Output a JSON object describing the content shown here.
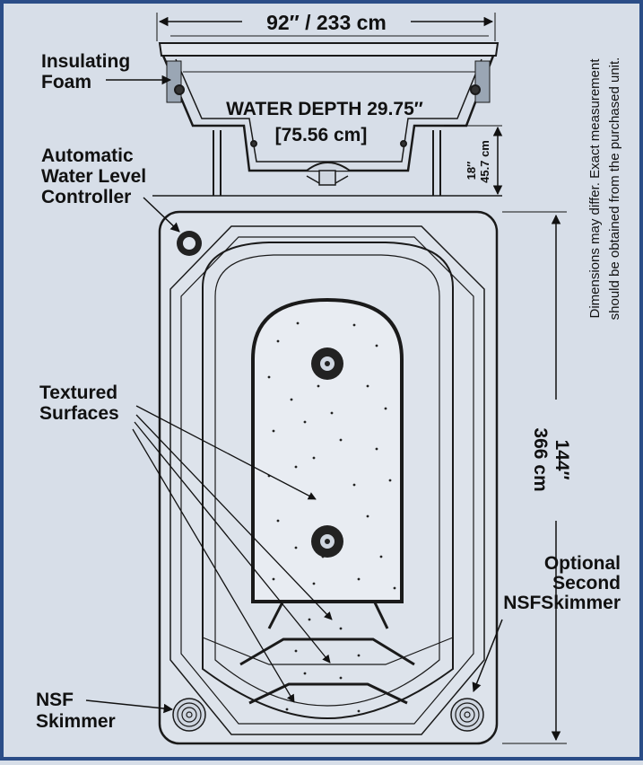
{
  "diagram": {
    "width_label": "92″ / 233 cm",
    "water_depth_line1": "WATER DEPTH 29.75″",
    "water_depth_line2": "[75.56 cm]",
    "height_label_in": "18″",
    "height_label_cm": "45.7 cm",
    "length_label_in": "144″",
    "length_label_cm": "366 cm",
    "insulating_foam": [
      "Insulating",
      "Foam"
    ],
    "water_level_controller": [
      "Automatic",
      "Water Level",
      "Controller"
    ],
    "textured_surfaces": [
      "Textured",
      "Surfaces"
    ],
    "optional_skimmer": [
      "Optional",
      "Second",
      "NSFSkimmer"
    ],
    "nsf_skimmer": [
      "NSF",
      "Skimmer"
    ],
    "disclaimer_line1": "Dimensions may differ. Exact measurement",
    "disclaimer_line2": "should be obtained from the purchased unit.",
    "colors": {
      "background": "#d7dee8",
      "line": "#1a1a1a",
      "water": "#c9d3e0",
      "floor": "#e2e7ee",
      "frame": "#2b4d87"
    }
  }
}
